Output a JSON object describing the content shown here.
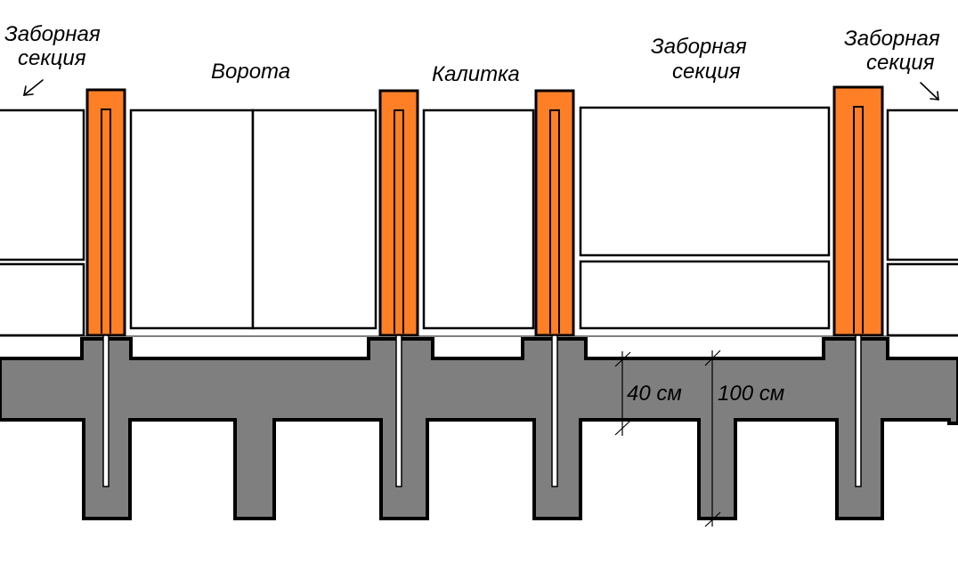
{
  "labels": {
    "section_left": [
      "Заборная",
      "секция"
    ],
    "gate": "Ворота",
    "wicket": "Калитка",
    "section_middle": [
      "Заборная",
      "секция"
    ],
    "section_right": [
      "Заборная",
      "секция"
    ]
  },
  "dimensions": {
    "strip_depth": "40 см",
    "pile_depth": "100 см"
  },
  "colors": {
    "pillar": "#ff7f27",
    "foundation": "#7f7f7f",
    "outline": "#000000",
    "panel": "#ffffff"
  }
}
